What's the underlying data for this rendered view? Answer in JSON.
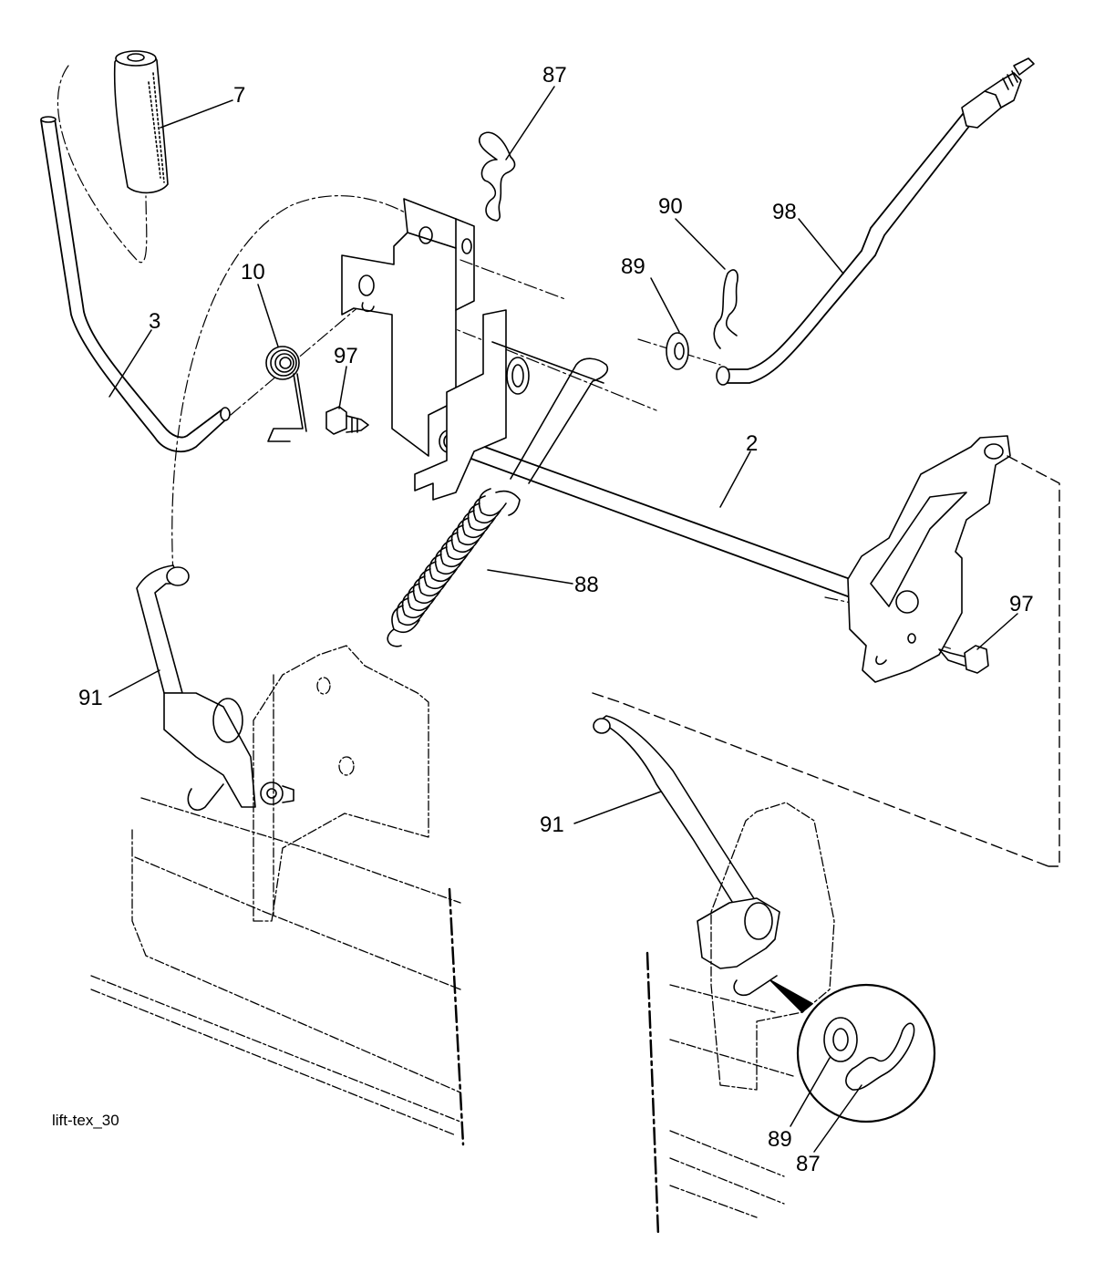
{
  "diagram": {
    "drawing_code": "lift-tex_30",
    "callouts": {
      "c7": "7",
      "c87_top": "87",
      "c90": "90",
      "c98": "98",
      "c89_top": "89",
      "c10": "10",
      "c3": "3",
      "c97_left": "97",
      "c2": "2",
      "c88": "88",
      "c97_right": "97",
      "c91_left": "91",
      "c91_right": "91",
      "c89_detail": "89",
      "c87_detail": "87"
    }
  },
  "colors": {
    "line": "#000000",
    "background": "#ffffff"
  }
}
